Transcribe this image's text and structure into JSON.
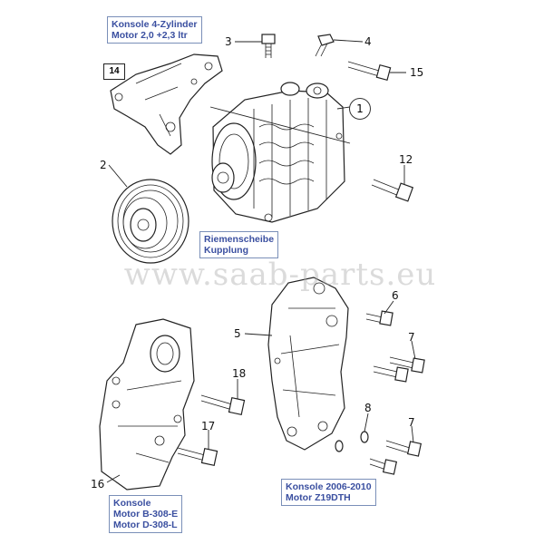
{
  "watermark": "www.saab-parts.eu",
  "ref_box": "14",
  "label_boxes": {
    "console_4cyl": [
      "Konsole 4-Zylinder",
      "Motor 2,0 +2,3 ltr"
    ],
    "pulley_clutch": [
      "Riemenscheibe",
      "Kupplung"
    ],
    "console_b308": [
      "Konsole",
      "Motor B-308-E",
      "Motor D-308-L"
    ],
    "console_2006": [
      "Konsole 2006-2010",
      "Motor Z19DTH"
    ]
  },
  "callouts": {
    "n1": "1",
    "n2": "2",
    "n3": "3",
    "n4": "4",
    "n5": "5",
    "n6": "6",
    "n7a": "7",
    "n7b": "7",
    "n8": "8",
    "n12": "12",
    "n15": "15",
    "n16": "16",
    "n17": "17",
    "n18": "18"
  },
  "colors": {
    "label_text": "#3a4fa0",
    "label_border": "#7a8fb8",
    "line": "#222222"
  }
}
